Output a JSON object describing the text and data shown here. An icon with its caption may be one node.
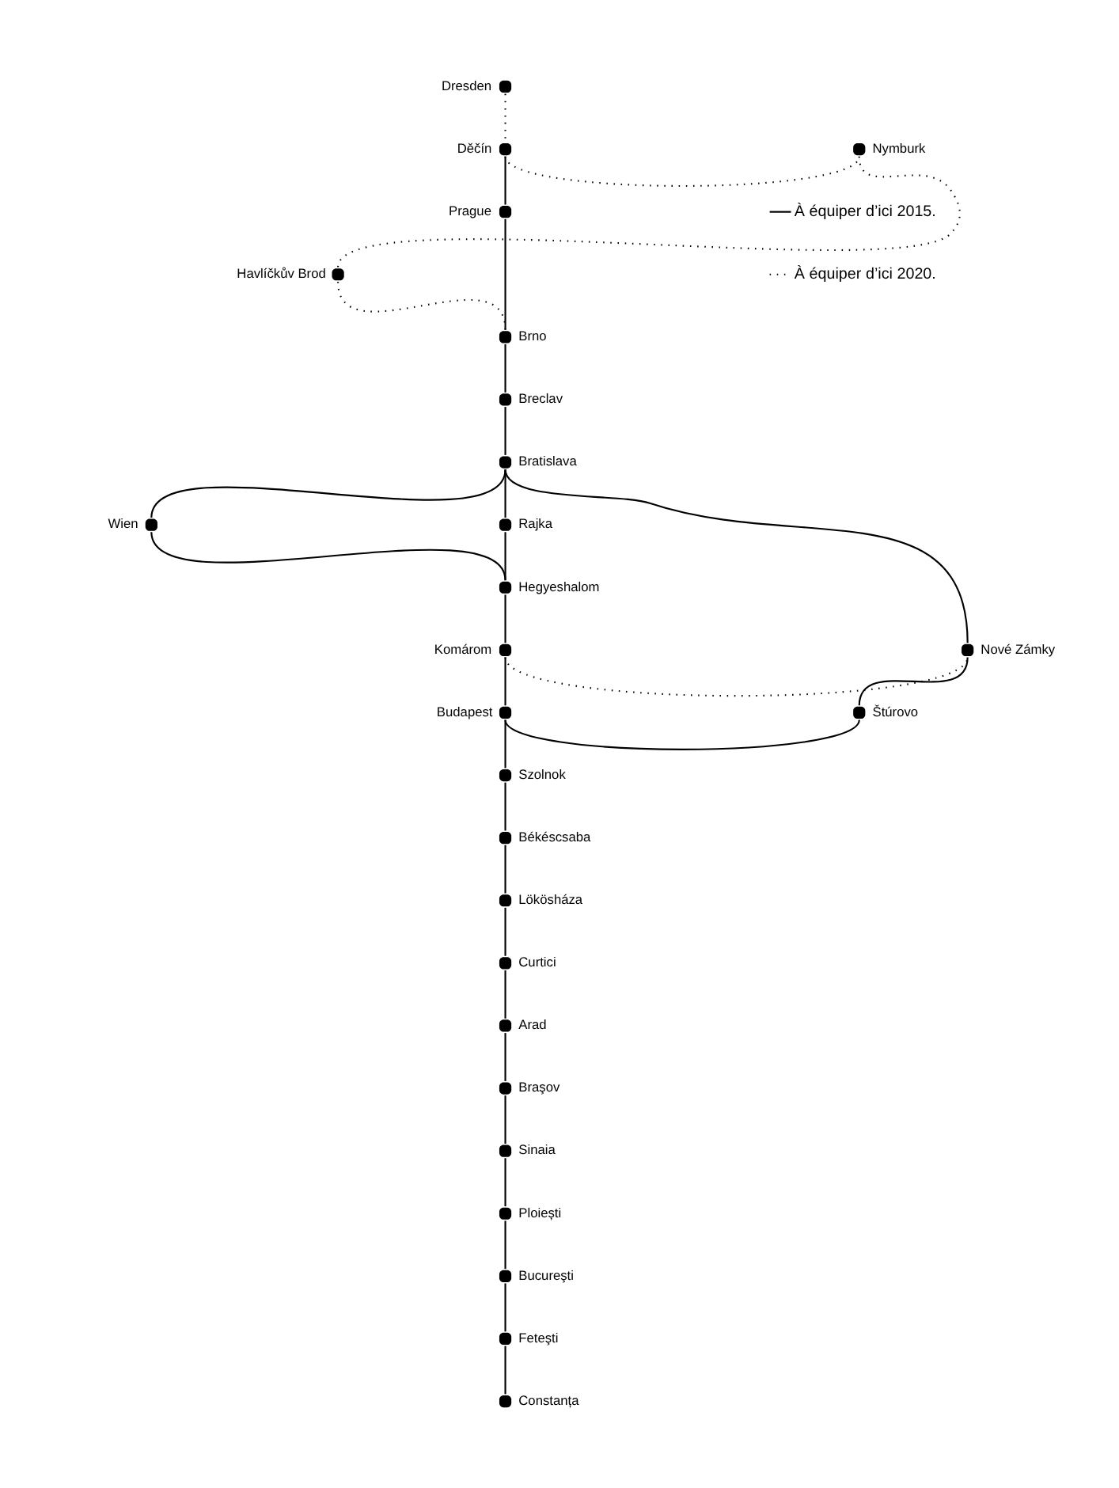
{
  "diagram": {
    "nodes": [
      {
        "text": [
          "Dresden"
        ]
      },
      {
        "text": [
          "Děčín"
        ]
      },
      {
        "text": [
          "Nymburk"
        ]
      },
      {
        "text": [
          "Prague"
        ]
      },
      {
        "text": [
          "Havlíčkův Brod"
        ]
      },
      {
        "text": [
          "Brno"
        ]
      },
      {
        "text": [
          "Breclav"
        ]
      },
      {
        "text": [
          "Bratislava"
        ]
      },
      {
        "text": [
          "Wien"
        ]
      },
      {
        "text": [
          "Rajka"
        ]
      },
      {
        "text": [
          "Hegyeshalom"
        ]
      },
      {
        "text": [
          "Komárom"
        ]
      },
      {
        "text": [
          "Nové Zámky"
        ]
      },
      {
        "text": [
          "Budapest"
        ]
      },
      {
        "text": [
          "Štúrovo"
        ]
      },
      {
        "text": [
          "Szolnok"
        ]
      },
      {
        "text": [
          "Békéscsaba"
        ]
      },
      {
        "text": [
          "Lökösháza"
        ]
      },
      {
        "text": [
          "Curtici"
        ]
      },
      {
        "text": [
          "Arad"
        ]
      },
      {
        "text": [
          "Braşov"
        ]
      },
      {
        "text": [
          "Sinaia"
        ]
      },
      {
        "text": [
          "Ploiești"
        ]
      },
      {
        "text": [
          "Bucureşti"
        ]
      },
      {
        "text": [
          "Feteşti"
        ]
      },
      {
        "text": [
          "Constanța"
        ]
      }
    ],
    "edges": [
      {
        "from": 0,
        "to": 1,
        "arrow": "none",
        "style": "dashed"
      },
      {
        "from": 1,
        "to": 2,
        "arrow": "none",
        "style": "dashed"
      },
      {
        "from": 2,
        "to": 4,
        "arrow": "none",
        "style": "dashed"
      },
      {
        "from": 4,
        "to": 5,
        "arrow": "none",
        "style": "dashed"
      },
      {
        "from": 1,
        "to": 3,
        "arrow": "none"
      },
      {
        "from": 3,
        "to": 5,
        "arrow": "none"
      },
      {
        "from": 5,
        "to": 6,
        "arrow": "none"
      },
      {
        "from": 6,
        "to": 7,
        "arrow": "none"
      },
      {
        "from": 7,
        "to": 9,
        "arrow": "none"
      },
      {
        "from": 9,
        "to": 10,
        "arrow": "none"
      },
      {
        "from": 7,
        "to": 8,
        "arrow": "none"
      },
      {
        "from": 8,
        "to": 10,
        "arrow": "none"
      },
      {
        "from": 7,
        "to": 12,
        "arrow": "none"
      },
      {
        "from": 10,
        "to": 11,
        "arrow": "none"
      },
      {
        "from": 11,
        "to": 12,
        "arrow": "none",
        "style": "dashed"
      },
      {
        "from": 11,
        "to": 13,
        "arrow": "none"
      },
      {
        "from": 12,
        "to": 14,
        "arrow": "none"
      },
      {
        "from": 14,
        "to": 13,
        "arrow": "none"
      },
      {
        "from": 13,
        "to": 15,
        "arrow": "none"
      },
      {
        "from": 15,
        "to": 16,
        "arrow": "none"
      },
      {
        "from": 16,
        "to": 17,
        "arrow": "none"
      },
      {
        "from": 17,
        "to": 18,
        "arrow": "none"
      },
      {
        "from": 18,
        "to": 19,
        "arrow": "none"
      },
      {
        "from": 19,
        "to": 20,
        "arrow": "none"
      },
      {
        "from": 20,
        "to": 21,
        "arrow": "none"
      },
      {
        "from": 21,
        "to": 22,
        "arrow": "none"
      },
      {
        "from": 22,
        "to": 23,
        "arrow": "none"
      },
      {
        "from": 23,
        "to": 24,
        "arrow": "none"
      },
      {
        "from": 24,
        "to": 25,
        "arrow": "none"
      }
    ],
    "legend": [
      {
        "text": "À équiper d’ici 2015."
      },
      {
        "text": "À équiper d’ici 2020."
      }
    ]
  }
}
